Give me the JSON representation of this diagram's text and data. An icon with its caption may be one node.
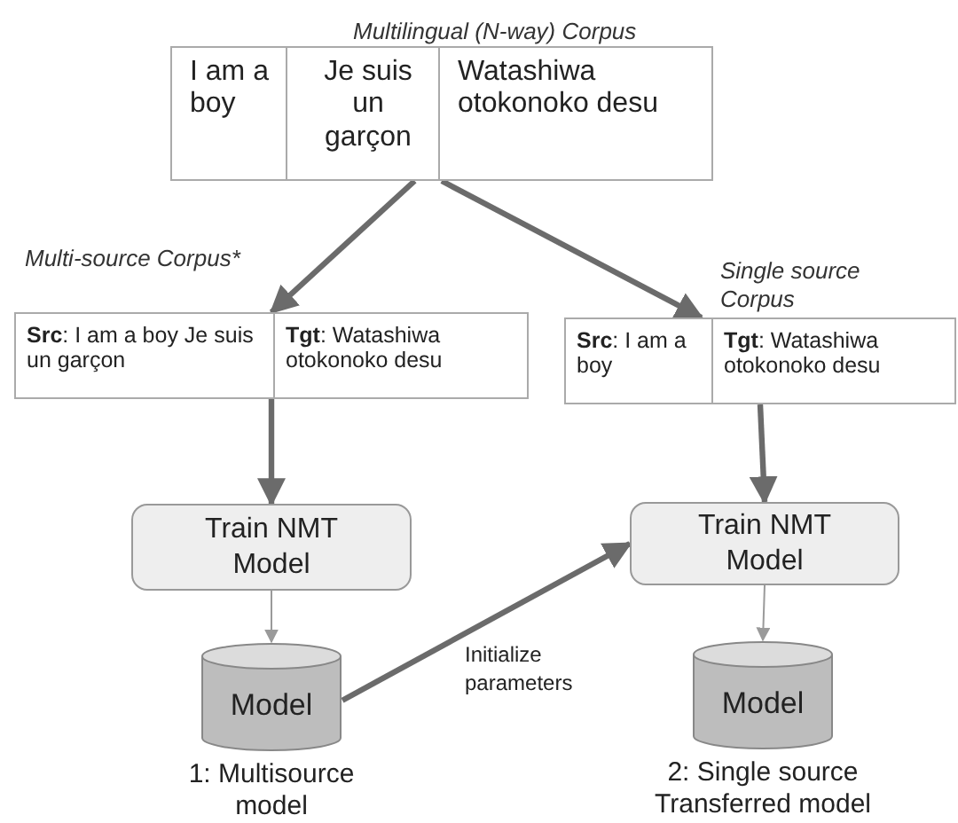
{
  "diagram": {
    "nodes": [
      {
        "text": [
          "Multilingual (N-way) Corpus"
        ]
      },
      {
        "text": [
          "I am a boy"
        ],
        "in": 0
      },
      {
        "text": [
          "Je suis un garçon"
        ],
        "in": 0
      },
      {
        "text": [
          "Watashiwa otokonoko desu"
        ],
        "in": 0
      },
      {
        "text": [
          "Multi-source Corpus*"
        ]
      },
      {
        "text": [
          "**Src**: I am a boy Je suis un garçon"
        ],
        "in": 4
      },
      {
        "text": [
          "**Tgt**: Watashiwa otokonoko desu"
        ],
        "in": 4
      },
      {
        "text": [
          "Single source Corpus"
        ]
      },
      {
        "text": [
          "**Src**: I am a boy"
        ],
        "in": 7
      },
      {
        "text": [
          "**Tgt**: Watashiwa otokonoko desu"
        ],
        "in": 7
      },
      {
        "text": [
          "Train NMT Model"
        ]
      },
      {
        "text": [
          "Train NMT Model"
        ]
      },
      {
        "text": [
          "Model"
        ],
        "beside": [
          "1: Multisource model"
        ]
      },
      {
        "text": [
          "Model"
        ],
        "beside": [
          "2: Single source Transferred model"
        ]
      }
    ],
    "edges": [
      {
        "from": 0,
        "to": 4,
        "arrow": "to"
      },
      {
        "from": 0,
        "to": 7,
        "arrow": "to"
      },
      {
        "from": 4,
        "to": 10,
        "arrow": "to"
      },
      {
        "from": 7,
        "to": 11,
        "arrow": "to"
      },
      {
        "from": 10,
        "to": 12,
        "arrow": "to",
        "color": "#9a9a9a"
      },
      {
        "from": 11,
        "to": 13,
        "arrow": "to",
        "color": "#9a9a9a"
      },
      {
        "from": 12,
        "to": 11,
        "arrow": "to",
        "label": "Initialize parameters"
      }
    ]
  }
}
